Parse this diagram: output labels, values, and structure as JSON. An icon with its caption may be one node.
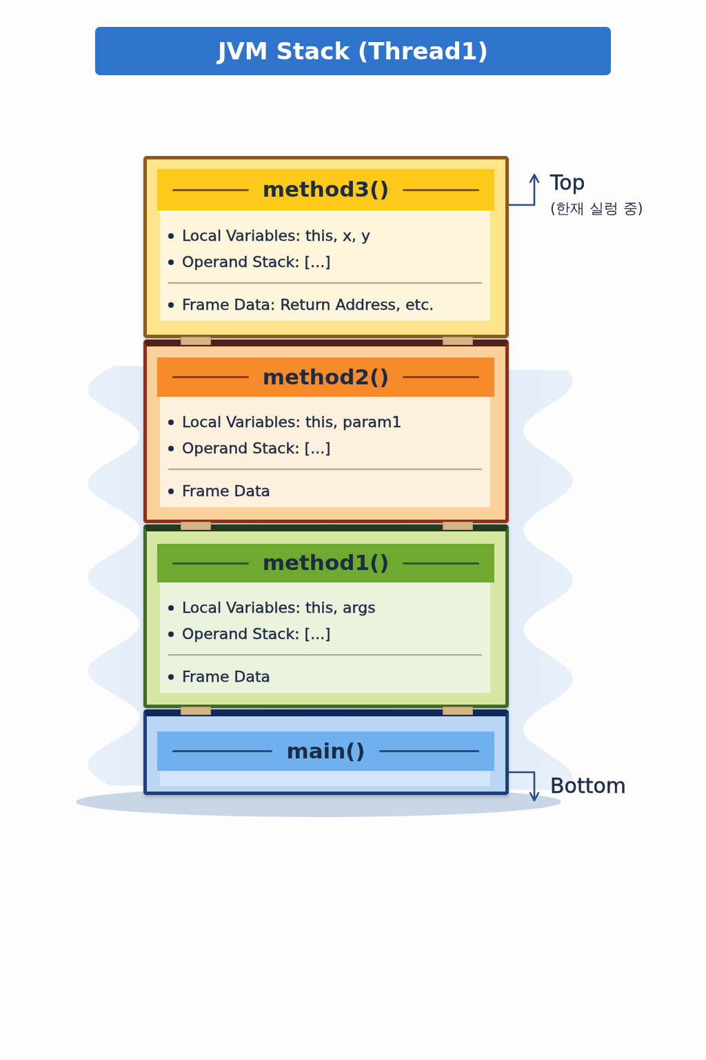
{
  "diagram": {
    "title": "JVM Stack (Thread1)",
    "nodes": [
      {
        "text": [
          "method3()",
          "Local Variables: this, x, y",
          "Operand Stack: [...]",
          "Frame Data: Return Address, etc."
        ]
      },
      {
        "text": [
          "method2()",
          "Local Variables: this, param1",
          "Operand Stack: [...]",
          "Frame Data"
        ]
      },
      {
        "text": [
          "method1()",
          "Local Variables: this, args",
          "Operand Stack: [...]",
          "Frame Data"
        ]
      },
      {
        "text": [
          "main()"
        ]
      },
      {
        "text": [
          "Top",
          "(한재 실렁 중)"
        ]
      },
      {
        "text": [
          "Bottom"
        ]
      }
    ],
    "edges": [
      {
        "from": 0,
        "to": 4,
        "arrow": "to"
      },
      {
        "from": 3,
        "to": 5,
        "arrow": "to"
      }
    ]
  }
}
